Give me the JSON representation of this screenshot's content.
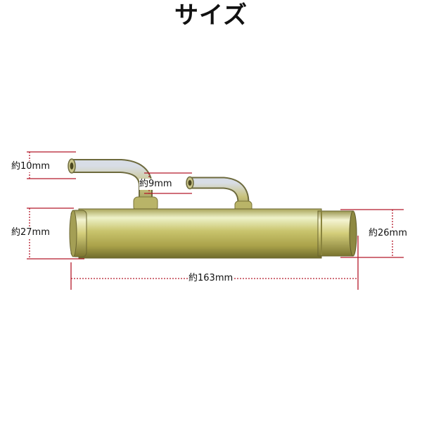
{
  "title": "サイズ",
  "colors": {
    "dimension_line": "#b5192b",
    "pipe_light": "#eef2c9",
    "pipe_mid": "#c9c46d",
    "pipe_dark": "#8f8a3c"
  },
  "dimensions": {
    "small_pipe_left": "約10mm",
    "small_pipe_right": "約9mm",
    "main_pipe_left": "約27mm",
    "main_pipe_right": "約26mm",
    "length": "約163mm"
  }
}
